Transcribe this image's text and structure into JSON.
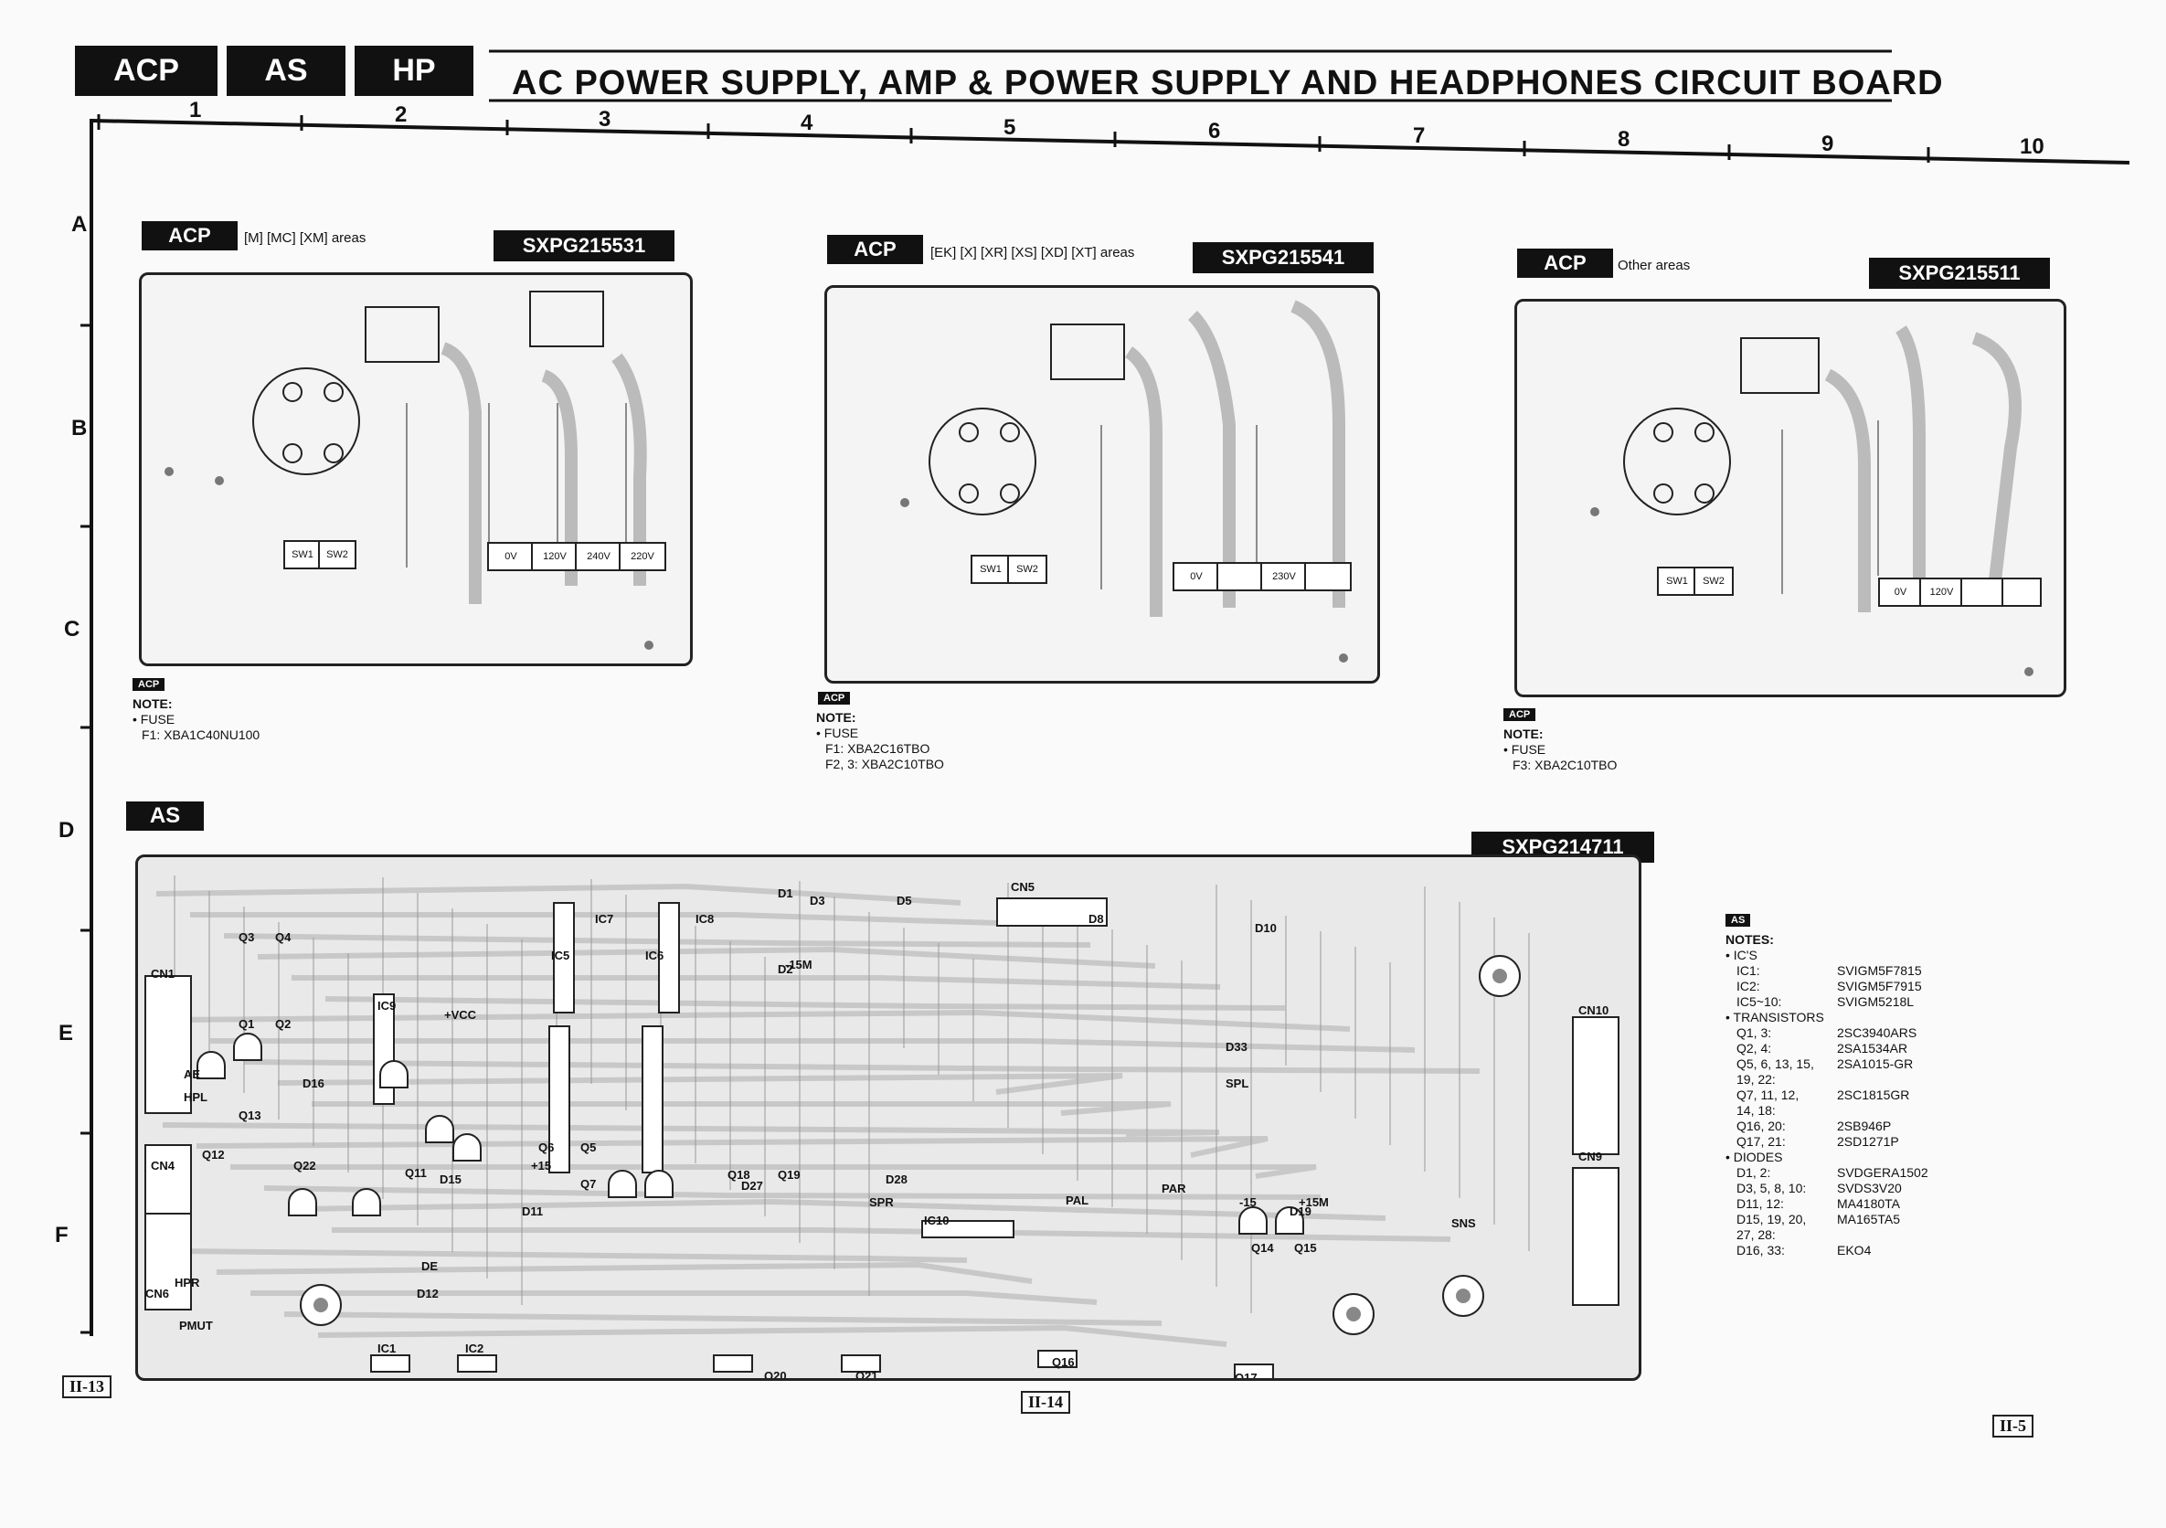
{
  "header": {
    "tags": [
      "ACP",
      "AS",
      "HP"
    ],
    "title": "AC POWER SUPPLY, AMP & POWER SUPPLY AND HEADPHONES CIRCUIT BOARD"
  },
  "grid": {
    "cols": [
      "1",
      "2",
      "3",
      "4",
      "5",
      "6",
      "7",
      "8",
      "9",
      "10"
    ],
    "rows": [
      "A",
      "B",
      "C",
      "D",
      "E",
      "F"
    ]
  },
  "boards": [
    {
      "tag": "ACP",
      "area": "[M] [MC] [XM] areas",
      "part": "SXPG215531",
      "cn1": [
        "SW1",
        "SW2"
      ],
      "cn2": [
        "0V",
        "120V",
        "240V",
        "220V"
      ],
      "note": {
        "tag": "ACP",
        "title": "NOTE:",
        "fuse": "• FUSE",
        "lines": [
          "F1:    XBA1C40NU100"
        ]
      }
    },
    {
      "tag": "ACP",
      "area": "[EK] [X] [XR] [XS] [XD] [XT] areas",
      "part": "SXPG215541",
      "cn1": [
        "SW1",
        "SW2"
      ],
      "cn2": [
        "0V",
        "",
        "230V",
        ""
      ],
      "note": {
        "tag": "ACP",
        "title": "NOTE:",
        "fuse": "• FUSE",
        "lines": [
          "F1:      XBA2C16TBO",
          "F2, 3:  XBA2C10TBO"
        ]
      }
    },
    {
      "tag": "ACP",
      "area": "Other areas",
      "part": "SXPG215511",
      "cn1": [
        "SW1",
        "SW2"
      ],
      "cn2": [
        "0V",
        "120V",
        "",
        ""
      ],
      "note": {
        "tag": "ACP",
        "title": "NOTE:",
        "fuse": "• FUSE",
        "lines": [
          "F3:      XBA2C10TBO"
        ]
      }
    }
  ],
  "as_board": {
    "tag": "AS",
    "part": "SXPG214711",
    "labels": [
      "IC1",
      "IC2",
      "IC5",
      "IC6",
      "IC7",
      "IC8",
      "IC9",
      "IC10",
      "CN1",
      "CN4",
      "CN5",
      "CN6",
      "CN9",
      "CN10",
      "Q3",
      "Q4",
      "Q1",
      "Q2",
      "Q13",
      "Q12",
      "Q22",
      "Q11",
      "Q6",
      "Q5",
      "Q7",
      "Q18",
      "Q19",
      "Q14",
      "Q15",
      "Q16",
      "Q17",
      "Q20",
      "Q21",
      "D1",
      "D2",
      "D3",
      "D5",
      "D8",
      "D10",
      "D11",
      "D12",
      "D15",
      "D16",
      "D19",
      "D27",
      "D28",
      "D33",
      "SPL",
      "SPR",
      "PAL",
      "PAR",
      "AE",
      "HPL",
      "HPR",
      "PMUT",
      "DE",
      "+VCC",
      "+15",
      "-15",
      "+15M",
      "-15M",
      "SNS"
    ]
  },
  "as_notes": {
    "tag": "AS",
    "title": "NOTES:",
    "sections": [
      {
        "head": "• IC'S",
        "rows": [
          [
            "IC1:",
            "SVIGM5F7815"
          ],
          [
            "IC2:",
            "SVIGM5F7915"
          ],
          [
            "IC5~10:",
            "SVIGM5218L"
          ]
        ]
      },
      {
        "head": "• TRANSISTORS",
        "rows": [
          [
            "Q1, 3:",
            "2SC3940ARS"
          ],
          [
            "Q2, 4:",
            "2SA1534AR"
          ],
          [
            "Q5, 6, 13, 15,",
            "2SA1015-GR"
          ],
          [
            "  19, 22:",
            ""
          ],
          [
            "Q7, 11, 12,",
            "2SC1815GR"
          ],
          [
            "  14, 18:",
            ""
          ],
          [
            "Q16, 20:",
            "2SB946P"
          ],
          [
            "Q17, 21:",
            "2SD1271P"
          ]
        ]
      },
      {
        "head": "• DIODES",
        "rows": [
          [
            "D1, 2:",
            "SVDGERA1502"
          ],
          [
            "D3, 5, 8, 10:",
            "SVDS3V20"
          ],
          [
            "D11, 12:",
            "MA4180TA"
          ],
          [
            "D15, 19, 20,",
            "MA165TA5"
          ],
          [
            "  27, 28:",
            ""
          ],
          [
            "D16, 33:",
            "EKO4"
          ]
        ]
      }
    ]
  },
  "page_refs": [
    "II-13",
    "II-14",
    "II-5"
  ]
}
